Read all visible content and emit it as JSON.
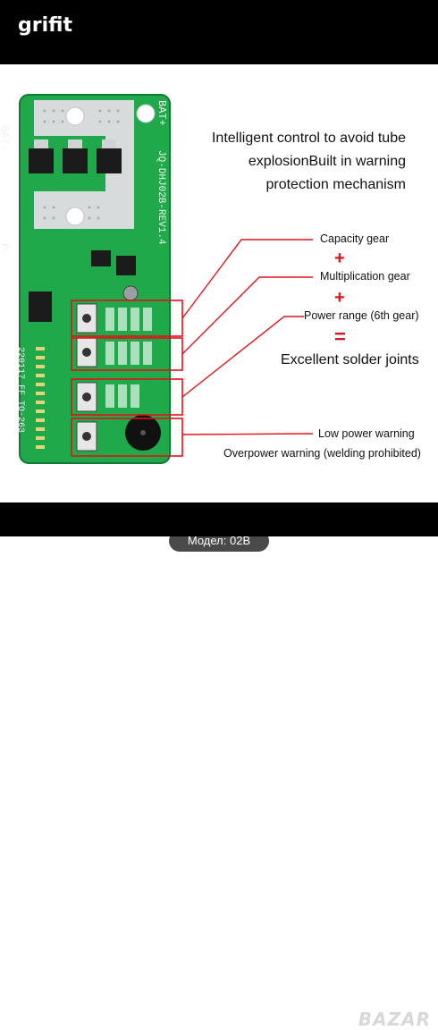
{
  "header": {
    "brand": "grifit"
  },
  "board": {
    "bat_minus": "BAT-",
    "bat_plus": "BAT+",
    "p_minus": "P-",
    "model_code": "JQ-DHJ02B-REV1.4",
    "date_code": "220117 FF TO-263",
    "colors": {
      "pcb": "#1fa94a",
      "pcb_dark": "#137a34",
      "trace": "#2fbf5a"
    }
  },
  "headline": [
    "Intelligent control to avoid tube",
    "explosionBuilt in warning",
    "protection mechanism"
  ],
  "callouts": {
    "capacity_gear": "Capacity gear",
    "multiplication_gear": "Multiplication gear",
    "power_range": "Power range (6th gear)",
    "result": "Excellent solder joints",
    "low_power": "Low power warning",
    "overpower": "Overpower warning (welding prohibited)",
    "plus_sign": "+",
    "equals_sign": "="
  },
  "footer": {
    "model_label": "Модел: 02B",
    "watermark": "BAZAR"
  },
  "colors": {
    "accent": "#e0121a",
    "bar": "#000000"
  }
}
